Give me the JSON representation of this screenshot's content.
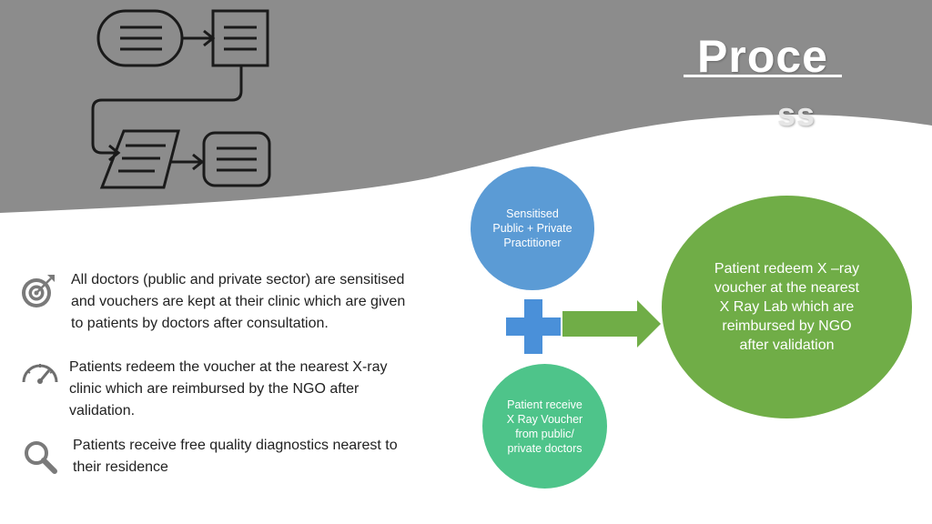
{
  "title": {
    "line1": "Proce",
    "line2": "ss"
  },
  "bullets": [
    {
      "icon": "target-icon",
      "text": "All doctors (public and private sector) are sensitised\nand vouchers are kept at their clinic which are given\nto patients by doctors after consultation."
    },
    {
      "icon": "gauge-icon",
      "text": "Patients redeem the voucher at the nearest X-ray\nclinic which are reimbursed by the NGO after\nvalidation."
    },
    {
      "icon": "search-icon",
      "text": "Patients receive free quality diagnostics nearest to\ntheir residence"
    }
  ],
  "diagram": {
    "circle_top": "Sensitised\nPublic + Private\nPractitioner",
    "circle_bottom": "Patient receive\nX Ray Voucher\nfrom public/\nprivate doctors",
    "circle_result": "Patient redeem X –ray\nvoucher  at the nearest\nX Ray Lab which are\nreimbursed by NGO\nafter validation"
  },
  "colors": {
    "header_gray": "#8c8c8c",
    "blue": "#5b9bd5",
    "teal_green": "#4ec48a",
    "green": "#70ad47",
    "plus": "#4a90d9"
  }
}
